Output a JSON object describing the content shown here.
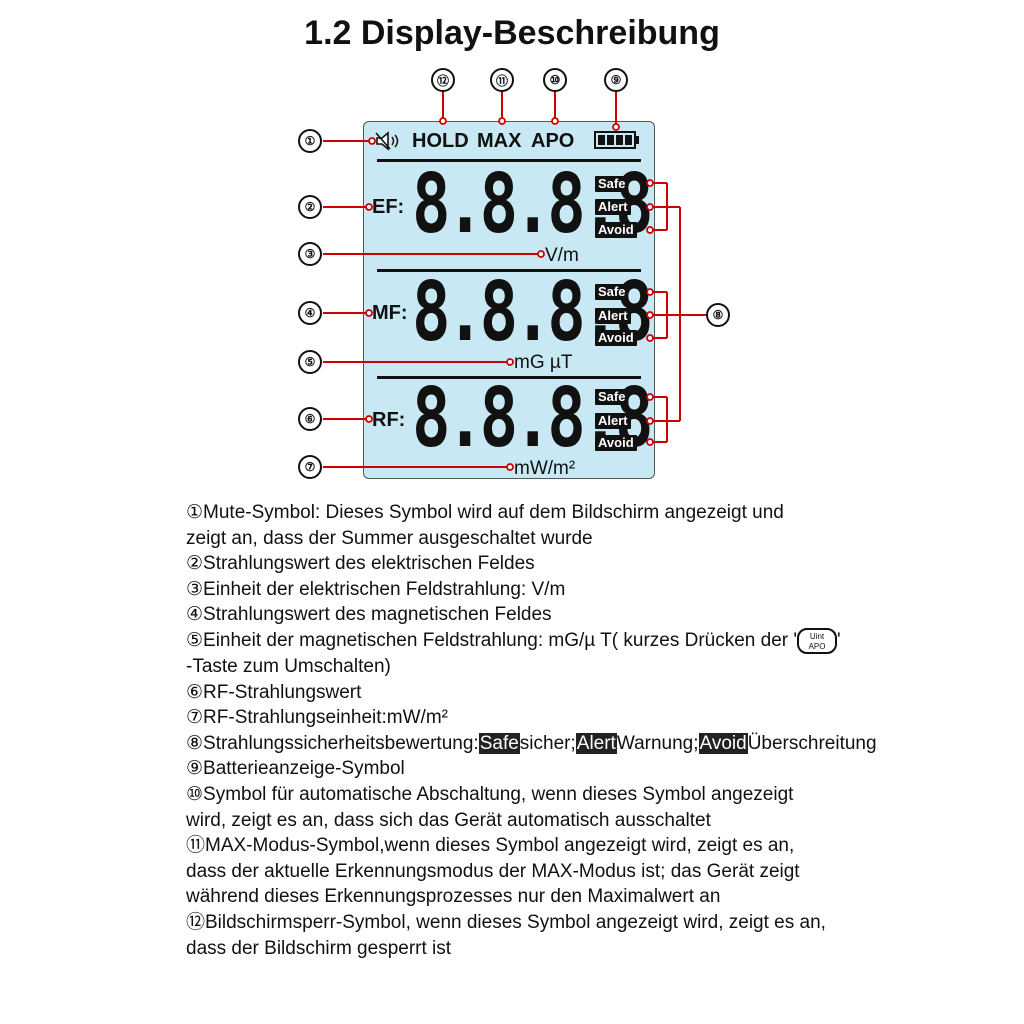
{
  "title": "1.2 Display-Beschreibung",
  "callout_numbers": [
    "①",
    "②",
    "③",
    "④",
    "⑤",
    "⑥",
    "⑦",
    "⑧",
    "⑨",
    "⑩",
    "⑪",
    "⑫"
  ],
  "lcd": {
    "status_labels": {
      "hold": "HOLD",
      "max": "MAX",
      "apo": "APO"
    },
    "rows": [
      {
        "label": "EF:",
        "digits": "8.8.8.8",
        "unit": "V/m"
      },
      {
        "label": "MF:",
        "digits": "8.8.8.8",
        "unit": "mG µT"
      },
      {
        "label": "RF:",
        "digits": "8.8.8.8",
        "unit": "mW/m²"
      }
    ],
    "ratings": [
      "Safe",
      "Alert",
      "Avoid"
    ]
  },
  "key_icon": {
    "top": "Uint",
    "bottom": "APO"
  },
  "descriptions": {
    "d1a": "①Mute-Symbol: Dieses Symbol wird auf dem Bildschirm angezeigt und",
    "d1b": "zeigt an, dass der Summer ausgeschaltet wurde",
    "d2": "②Strahlungswert des elektrischen Feldes",
    "d3": "③Einheit der elektrischen Feldstrahlung: V/m",
    "d4": "④Strahlungswert des magnetischen Feldes",
    "d5a": "⑤Einheit der magnetischen Feldstrahlung: mG/µ T( kurzes Drücken der '",
    "d5a_end": "'",
    "d5b": "-Taste zum Umschalten)",
    "d6": "⑥RF-Strahlungswert",
    "d7": "⑦RF-Strahlungseinheit:mW/m²",
    "d8_prefix": "⑧Strahlungssicherheitsbewertung:",
    "d8_safe": "Safe",
    "d8_safe_text": "sicher;",
    "d8_alert": "Alert",
    "d8_alert_text": "Warnung;",
    "d8_avoid": "Avoid",
    "d8_avoid_text": "Überschreitung",
    "d9": "⑨Batterieanzeige-Symbol",
    "d10a": "⑩Symbol für automatische Abschaltung, wenn dieses Symbol angezeigt",
    "d10b": "wird, zeigt es an, dass sich das Gerät automatisch ausschaltet",
    "d11a": "⑪MAX-Modus-Symbol,wenn dieses Symbol angezeigt wird, zeigt es an,",
    "d11b": "dass der aktuelle Erkennungsmodus der MAX-Modus ist; das Gerät zeigt",
    "d11c": "während dieses Erkennungsprozesses nur den Maximalwert an",
    "d12a": "⑫Bildschirmsperr-Symbol, wenn dieses Symbol angezeigt wird, zeigt es an,",
    "d12b": "dass der Bildschirm gesperrt ist"
  },
  "colors": {
    "lcd_background": "#c8e9f4",
    "callout_line": "#cc0000",
    "badge": "#111111"
  }
}
